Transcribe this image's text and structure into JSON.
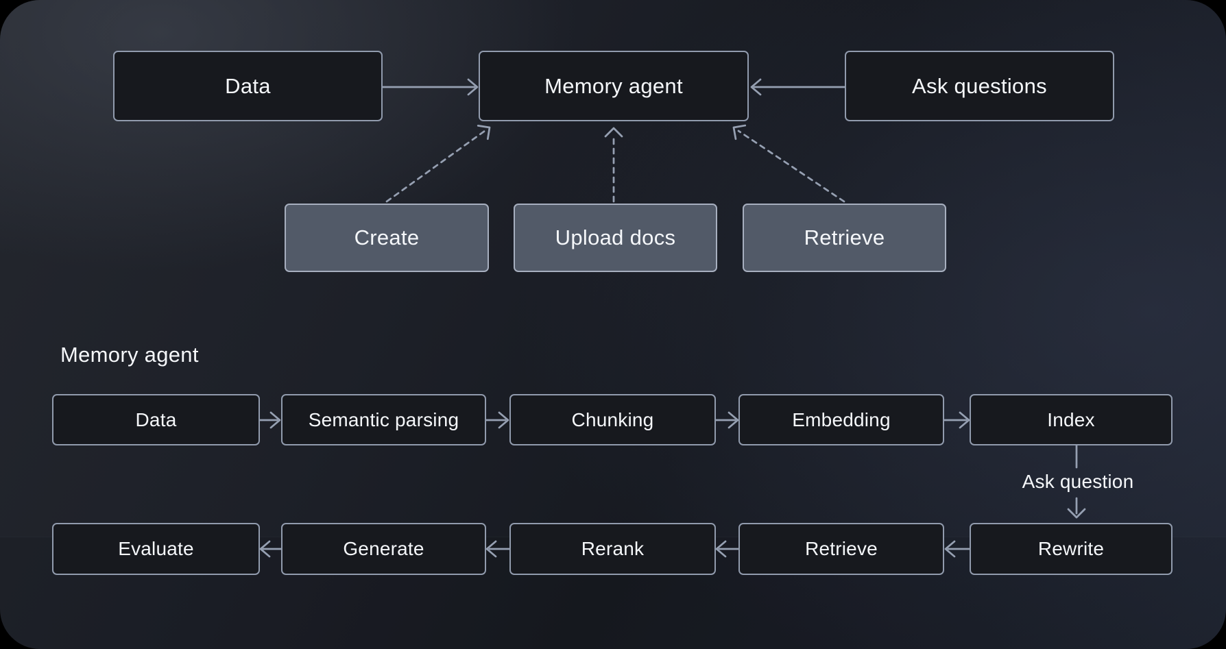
{
  "top_flow": {
    "data": "Data",
    "memory_agent": "Memory agent",
    "ask_questions": "Ask questions",
    "create": "Create",
    "upload_docs": "Upload docs",
    "retrieve": "Retrieve"
  },
  "pipeline": {
    "title": "Memory agent",
    "branch_label": "Ask question",
    "index_row": [
      "Data",
      "Semantic parsing",
      "Chunking",
      "Embedding",
      "Index"
    ],
    "query_row": [
      "Evaluate",
      "Generate",
      "Rerank",
      "Retrieve",
      "Rewrite"
    ]
  },
  "colors": {
    "canvas_background": "#000000",
    "panel_background": "#1b1e26",
    "node_dark_fill": "#17191e",
    "node_dark_border": "#919bad",
    "node_light_fill": "#525a68",
    "node_light_border": "#a7afbf",
    "connector": "#96a0b2",
    "text": "#f5f7fa"
  }
}
